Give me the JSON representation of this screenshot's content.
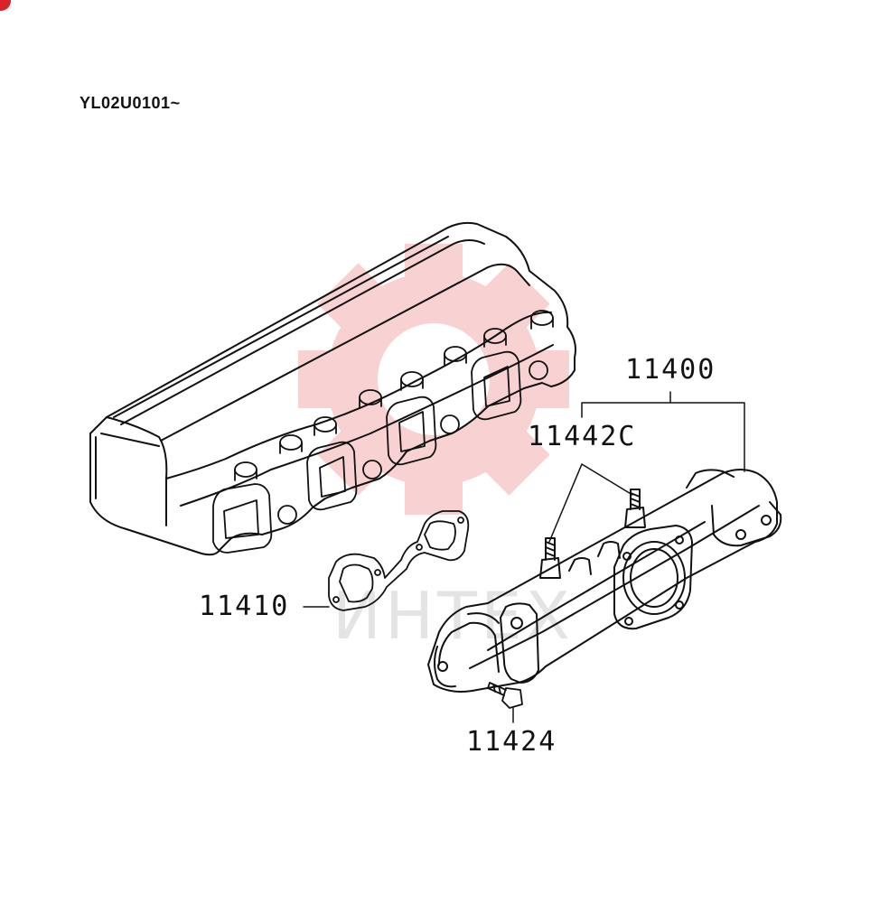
{
  "diagram": {
    "serial_range": "YL02U0101~",
    "callouts": {
      "exhaust_manifold": "11400",
      "stud": "11442C",
      "gasket": "11410",
      "bolt": "11424"
    },
    "watermark": {
      "text": "ИНТЕХ",
      "color": "#f4b8b8"
    },
    "line_color": "#111111"
  }
}
